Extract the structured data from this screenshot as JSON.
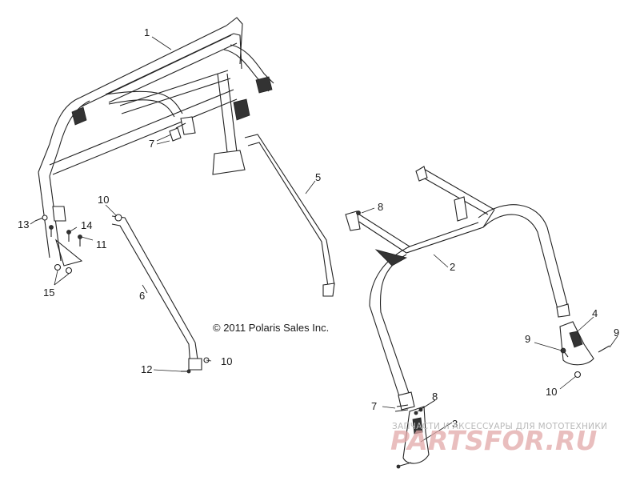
{
  "copyright": "© 2011 Polaris Sales Inc.",
  "callouts": [
    {
      "id": "1",
      "label": "1"
    },
    {
      "id": "2",
      "label": "2"
    },
    {
      "id": "3",
      "label": "3"
    },
    {
      "id": "4",
      "label": "4"
    },
    {
      "id": "5",
      "label": "5"
    },
    {
      "id": "6",
      "label": "6"
    },
    {
      "id": "7a",
      "label": "7"
    },
    {
      "id": "7b",
      "label": "7"
    },
    {
      "id": "8a",
      "label": "8"
    },
    {
      "id": "8b",
      "label": "8"
    },
    {
      "id": "9a",
      "label": "9"
    },
    {
      "id": "9b",
      "label": "9"
    },
    {
      "id": "10a",
      "label": "10"
    },
    {
      "id": "10b",
      "label": "10"
    },
    {
      "id": "10c",
      "label": "10"
    },
    {
      "id": "11",
      "label": "11"
    },
    {
      "id": "12",
      "label": "12"
    },
    {
      "id": "13",
      "label": "13"
    },
    {
      "id": "14",
      "label": "14"
    },
    {
      "id": "15",
      "label": "15"
    }
  ],
  "watermark": {
    "tagline": "ЗАПЧАСТИ И АКСЕССУАРЫ ДЛЯ МОТОТЕХНИКИ",
    "brand": "PARTSFOR.RU"
  },
  "colors": {
    "line": "#222222",
    "watermark": "#e2a9a9",
    "background": "#ffffff"
  }
}
